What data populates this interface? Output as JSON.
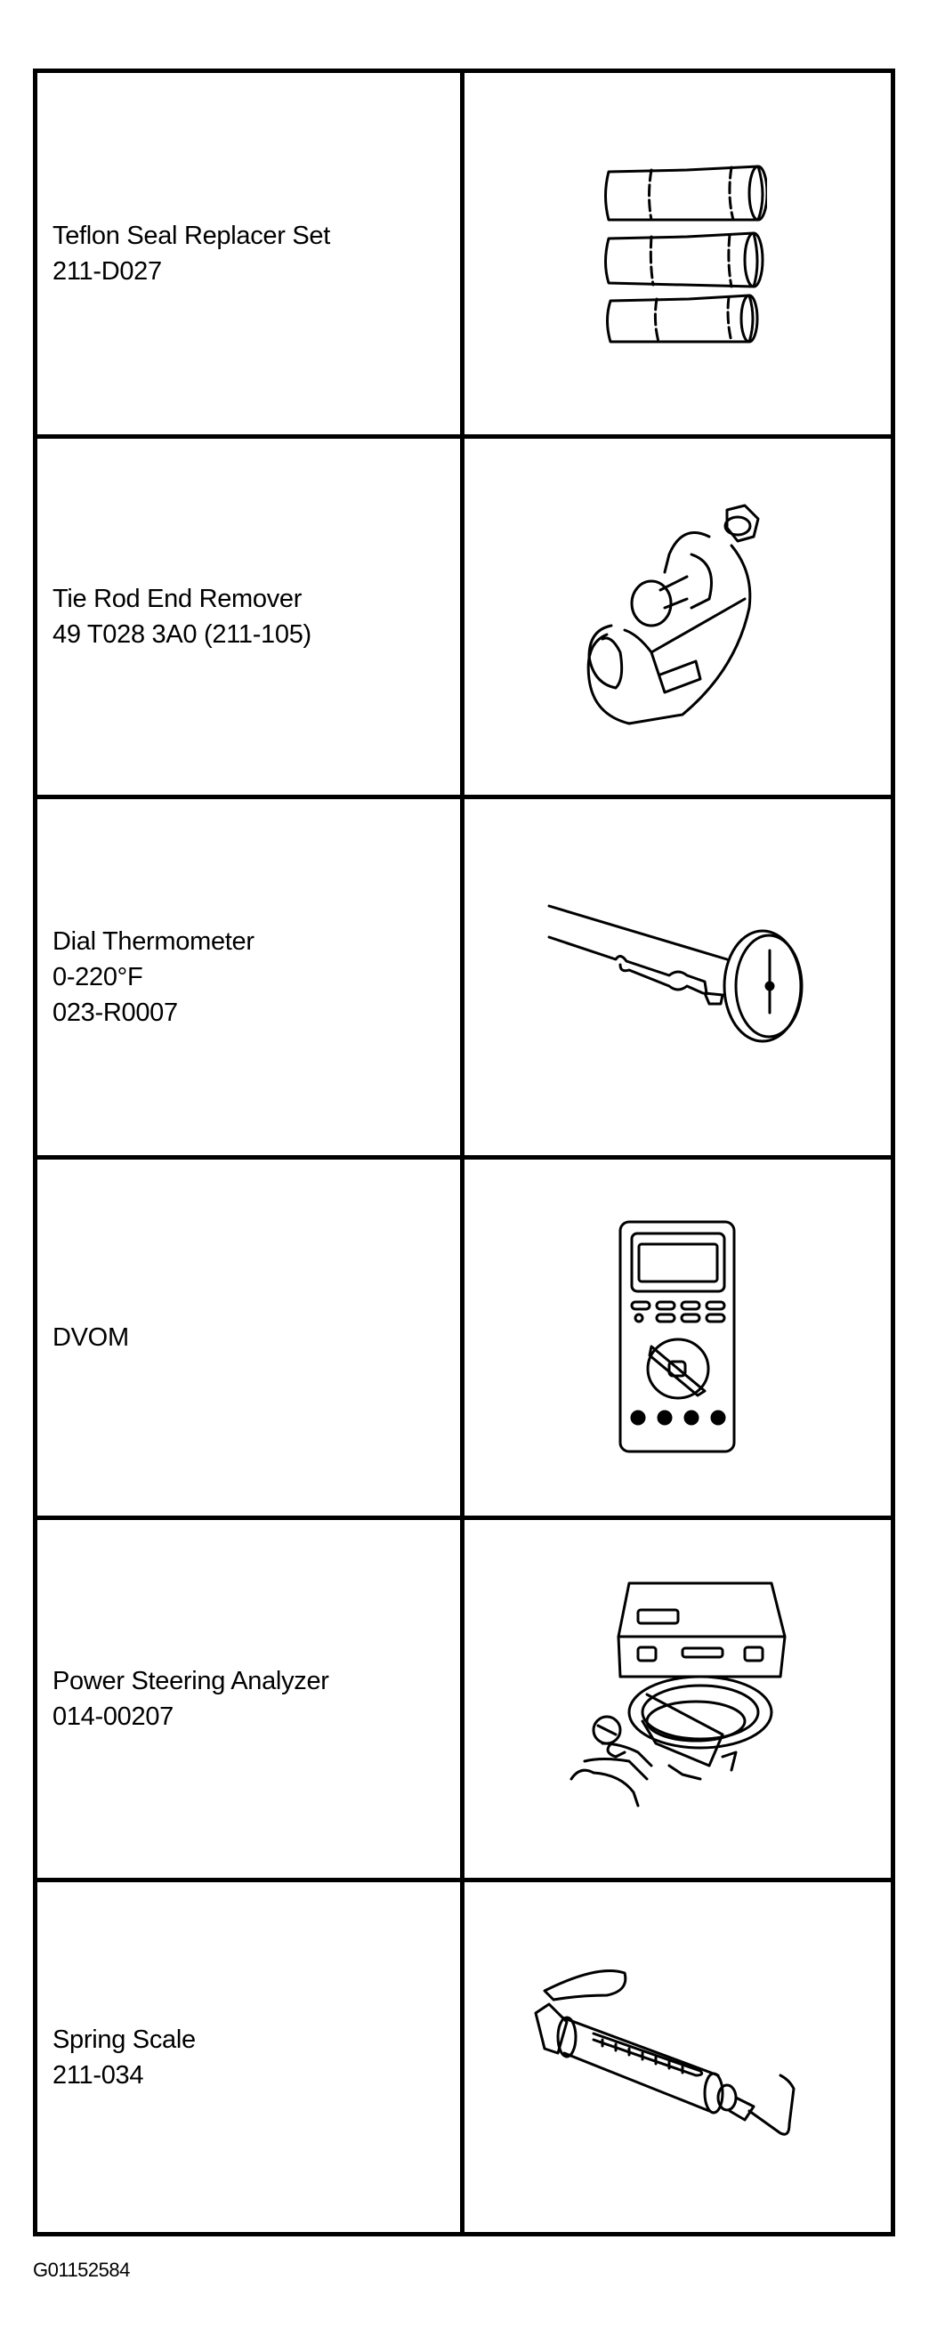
{
  "table": {
    "rows": [
      {
        "lines": [
          "Teflon Seal Replacer Set",
          "211-D027"
        ],
        "illustration": "seal-replacer-set-icon"
      },
      {
        "lines": [
          "Tie Rod End Remover",
          "49 T028 3A0 (211-105)"
        ],
        "illustration": "tie-rod-end-remover-icon"
      },
      {
        "lines": [
          "Dial Thermometer",
          "0-220°F",
          "023-R0007"
        ],
        "illustration": "dial-thermometer-icon"
      },
      {
        "lines": [
          "DVOM"
        ],
        "illustration": "multimeter-icon"
      },
      {
        "lines": [
          "Power Steering Analyzer",
          "014-00207"
        ],
        "illustration": "power-steering-analyzer-icon"
      },
      {
        "lines": [
          "Spring Scale",
          "211-034"
        ],
        "illustration": "spring-scale-icon"
      }
    ]
  },
  "figure_id": "G01152584"
}
